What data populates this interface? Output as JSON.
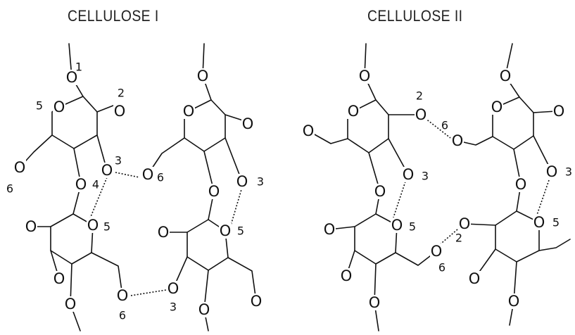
{
  "titles": {
    "left": "CELLULOSE I",
    "right": "CELLULOSE II"
  },
  "atom_label": "O",
  "position_labels": {
    "one": "1",
    "two": "2",
    "three": "3",
    "four": "4",
    "five": "5",
    "six": "6"
  }
}
